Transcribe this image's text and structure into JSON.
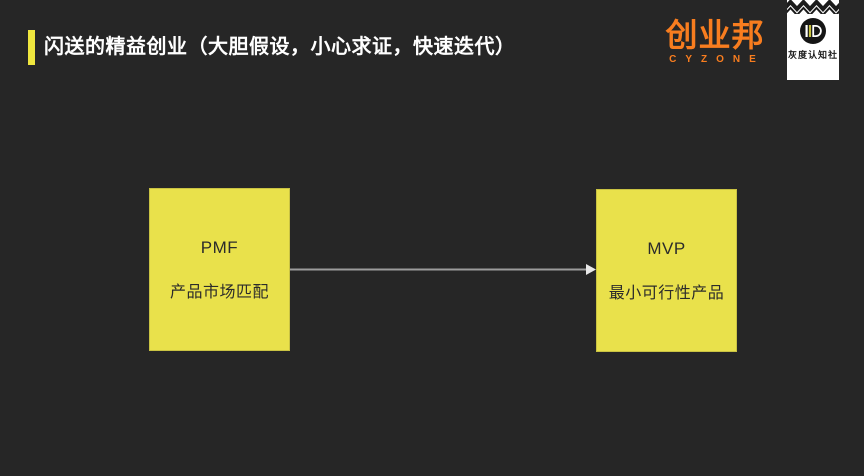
{
  "slide": {
    "title": "闪送的精益创业（大胆假设，小心求证，快速迭代）"
  },
  "colors": {
    "background": "#262626",
    "title_bar_yellow": "#efe63e",
    "box_yellow": "#e9e14b",
    "cyzone_orange": "#f87d1f",
    "title_text": "#ffffff",
    "box_text": "#2b2b2b",
    "arrow_gray": "#9c9c9c"
  },
  "logos": {
    "cyzone": {
      "wordmark": "创业邦",
      "subtext": "CYZONE"
    },
    "huidu": {
      "label": "灰度认知社"
    }
  },
  "diagram": {
    "boxes": [
      {
        "abbr": "PMF",
        "label": "产品市场匹配"
      },
      {
        "abbr": "MVP",
        "label": "最小可行性产品"
      }
    ],
    "arrow": {
      "from": "PMF",
      "to": "MVP"
    }
  }
}
